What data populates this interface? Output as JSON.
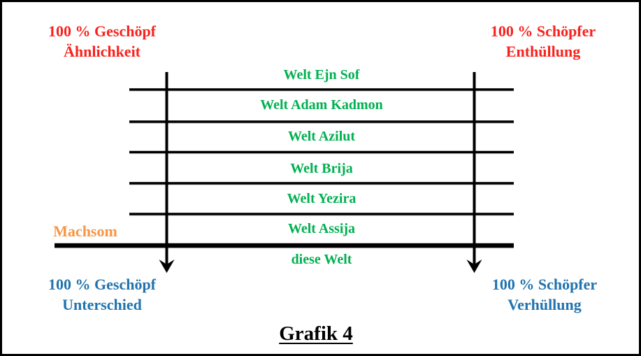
{
  "labels": {
    "top_left": {
      "line1": "100 % Geschöpf",
      "line2": "Ähnlichkeit"
    },
    "top_right": {
      "line1": "100 % Schöpfer",
      "line2": "Enthüllung"
    },
    "bottom_left": {
      "line1": "100 % Geschöpf",
      "line2": "Unterschied"
    },
    "bottom_right": {
      "line1": "100 % Schöpfer",
      "line2": "Verhüllung"
    },
    "machsom": "Machsom"
  },
  "worlds": [
    "Welt Ejn Sof",
    "Welt Adam Kadmon",
    "Welt Azilut",
    "Welt Brija",
    "Welt Yezira",
    "Welt Assija",
    "diese Welt"
  ],
  "title": "Grafik 4",
  "colors": {
    "red": "#f8231e",
    "green": "#00b050",
    "blue": "#2173ae",
    "orange": "#f79646",
    "line": "#000000"
  }
}
